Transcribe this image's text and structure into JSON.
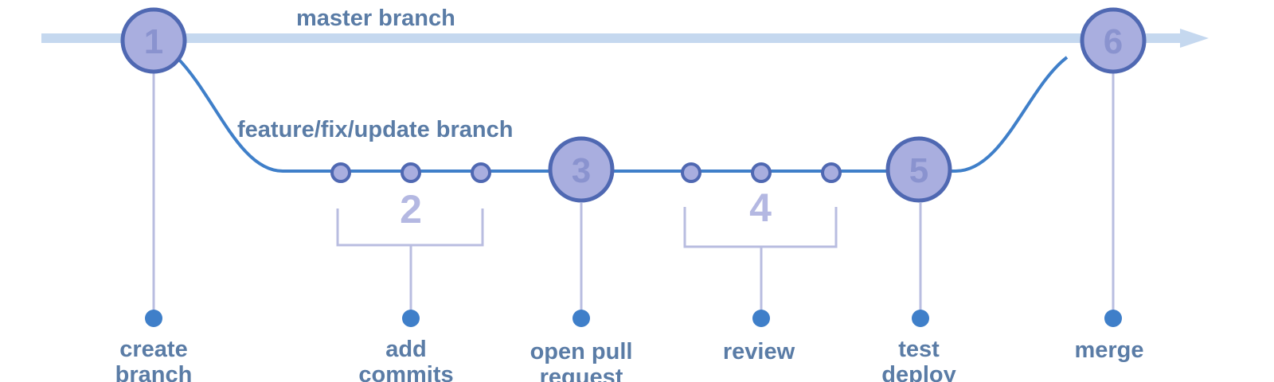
{
  "branches": {
    "master_label": "master branch",
    "feature_label": "feature/fix/update branch"
  },
  "nodes": [
    {
      "number": "1"
    },
    {
      "number": "3"
    },
    {
      "number": "5"
    },
    {
      "number": "6"
    }
  ],
  "groups": [
    {
      "number": "2",
      "commit_count": 3
    },
    {
      "number": "4",
      "commit_count": 3
    }
  ],
  "steps": [
    {
      "line1": "create",
      "line2": "branch"
    },
    {
      "line1": "add",
      "line2": "commits"
    },
    {
      "line1": "open pull",
      "line2": "request"
    },
    {
      "line1": "review",
      "line2": ""
    },
    {
      "line1": "test",
      "line2": "deploy"
    },
    {
      "line1": "merge",
      "line2": ""
    }
  ],
  "colors": {
    "master_line": "#c5d8ef",
    "feature_line": "#3f7fc9",
    "node_fill": "#a9aedf",
    "node_stroke": "#4f68b2",
    "connector": "#b9bde0",
    "step_dot": "#3f7fc9",
    "label_text": "#5a7ca6"
  }
}
